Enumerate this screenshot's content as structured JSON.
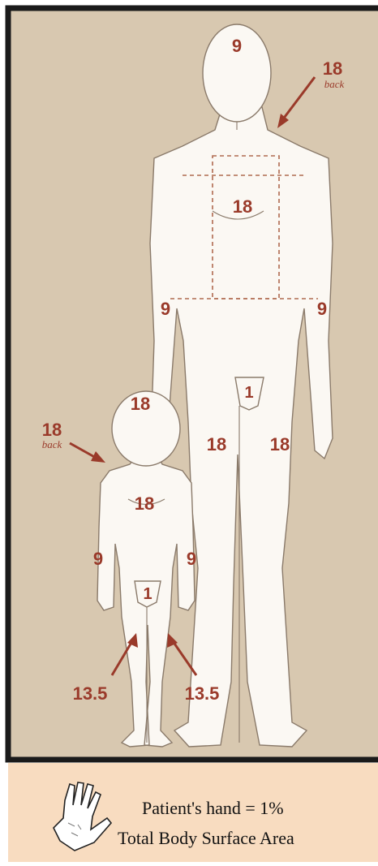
{
  "colors": {
    "background": "#d8c8b0",
    "frame": "#1a1a1a",
    "label": "#9a3a2a",
    "caption_band": "#f8dcc0",
    "figure": "#fbf8f3"
  },
  "adult": {
    "head": "9",
    "back": {
      "value": "18",
      "note": "back"
    },
    "trunk": "18",
    "left_arm": "9",
    "right_arm": "9",
    "perineum": "1",
    "left_leg": "18",
    "right_leg": "18"
  },
  "child": {
    "head": "18",
    "back": {
      "value": "18",
      "note": "back"
    },
    "trunk": "18",
    "left_arm": "9",
    "right_arm": "9",
    "perineum": "1",
    "left_leg": "13.5",
    "right_leg": "13.5"
  },
  "caption": {
    "icon": "hand-icon",
    "line1": "Patient's hand = 1%",
    "line2": "Total Body Surface Area"
  }
}
